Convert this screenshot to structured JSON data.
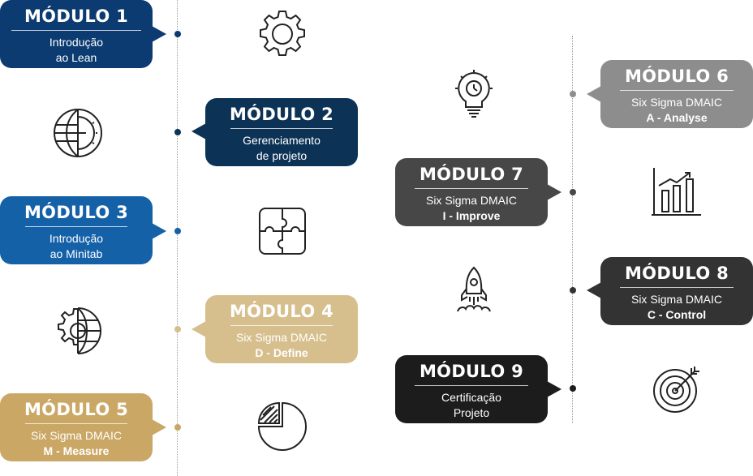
{
  "colors": {
    "m1": "#0b3b70",
    "m2": "#0c3356",
    "m3": "#1561a8",
    "m4": "#d6bf8d",
    "m5": "#caa765",
    "m6": "#8d8d8d",
    "m7": "#474747",
    "m8": "#333333",
    "m9": "#1c1c1c"
  },
  "modules": [
    {
      "title": "MÓDULO 1",
      "line1": "Introdução",
      "line2": "ao Lean",
      "icon": "gear-icon"
    },
    {
      "title": "MÓDULO 2",
      "line1": "Gerenciamento",
      "line2": "de projeto",
      "icon": "globe-clock-icon"
    },
    {
      "title": "MÓDULO 3",
      "line1": "Introdução",
      "line2": "ao Minitab",
      "icon": "puzzle-icon"
    },
    {
      "title": "MÓDULO 4",
      "line1": "Six Sigma DMAIC",
      "line2": "D - Define",
      "icon": "gear-globe-icon"
    },
    {
      "title": "MÓDULO 5",
      "line1": "Six Sigma DMAIC",
      "line2": "M - Measure",
      "icon": "pie-chart-icon"
    },
    {
      "title": "MÓDULO 6",
      "line1": "Six Sigma DMAIC",
      "line2": "A - Analyse",
      "icon": "lightbulb-gear-icon"
    },
    {
      "title": "MÓDULO 7",
      "line1": "Six Sigma DMAIC",
      "line2": "I - Improve",
      "icon": "bar-chart-icon"
    },
    {
      "title": "MÓDULO 8",
      "line1": "Six Sigma DMAIC",
      "line2": "C - Control",
      "icon": "rocket-icon"
    },
    {
      "title": "MÓDULO 9",
      "line1": "Certificação",
      "line2": "Projeto",
      "icon": "target-icon"
    }
  ]
}
